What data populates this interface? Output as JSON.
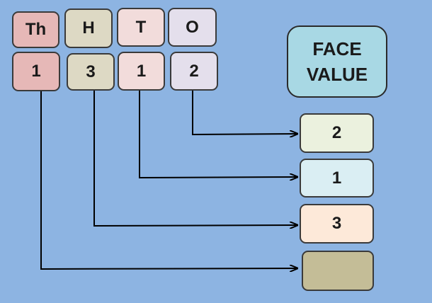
{
  "headers": [
    {
      "label": "Th",
      "color": "#E6B8B7"
    },
    {
      "label": "H",
      "color": "#DDD9C4"
    },
    {
      "label": "T",
      "color": "#F2DCDB"
    },
    {
      "label": "O",
      "color": "#E4DFEC"
    }
  ],
  "digits": [
    {
      "value": "1",
      "color": "#E6B8B7"
    },
    {
      "value": "3",
      "color": "#DDD9C4"
    },
    {
      "value": "1",
      "color": "#F2DCDB"
    },
    {
      "value": "2",
      "color": "#E4DFEC"
    }
  ],
  "face_value": {
    "title_line1": "FACE",
    "title_line2": "VALUE"
  },
  "results": [
    {
      "value": "2",
      "color": "#EBF1DE"
    },
    {
      "value": "1",
      "color": "#DAEEF3"
    },
    {
      "value": "3",
      "color": "#FDE9D9"
    },
    {
      "value": "",
      "color": "#C4BD97"
    }
  ]
}
